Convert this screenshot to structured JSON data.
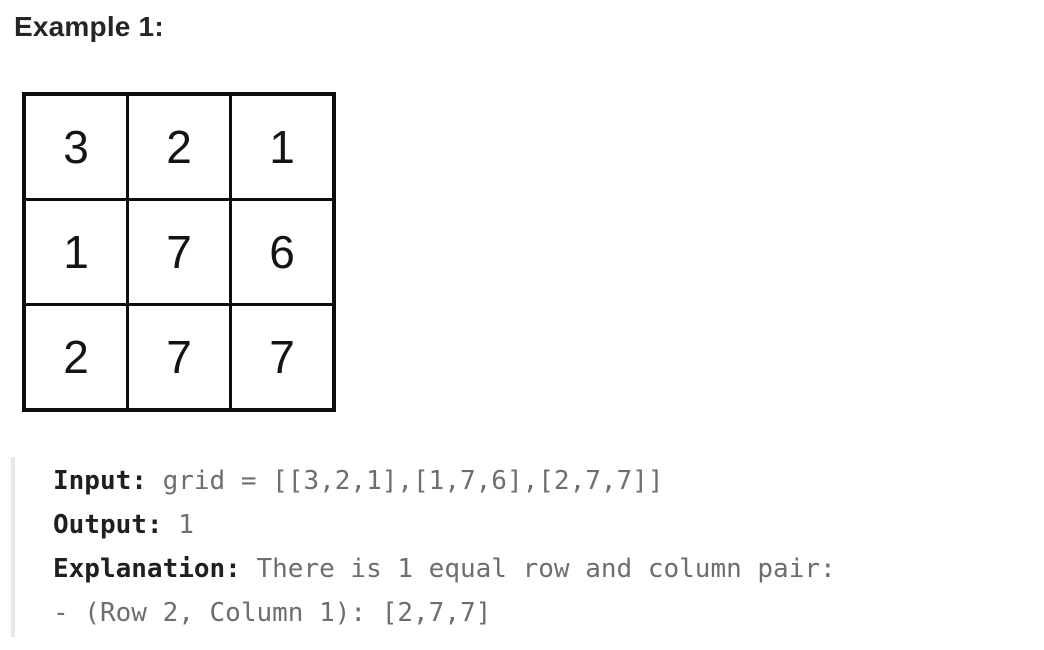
{
  "page": {
    "heading": "Example 1:",
    "background_color": "#ffffff"
  },
  "grid_figure": {
    "rows": [
      [
        "3",
        "2",
        "1"
      ],
      [
        "1",
        "7",
        "6"
      ],
      [
        "2",
        "7",
        "7"
      ]
    ],
    "border_color": "#0d0d0d",
    "number_color": "#141414"
  },
  "example_block": {
    "lines": [
      {
        "label": "Input: ",
        "text": "grid = [[3,2,1],[1,7,6],[2,7,7]]"
      },
      {
        "label": "Output: ",
        "text": "1"
      },
      {
        "label": "Explanation: ",
        "text": "There is 1 equal row and column pair:"
      },
      {
        "label": "",
        "text": "- (Row 2, Column 1): [2,7,7]"
      }
    ],
    "label_color": "#1f1f1f",
    "text_color": "#6e6e6e",
    "quote_bar_color": "#e8e8e8"
  }
}
